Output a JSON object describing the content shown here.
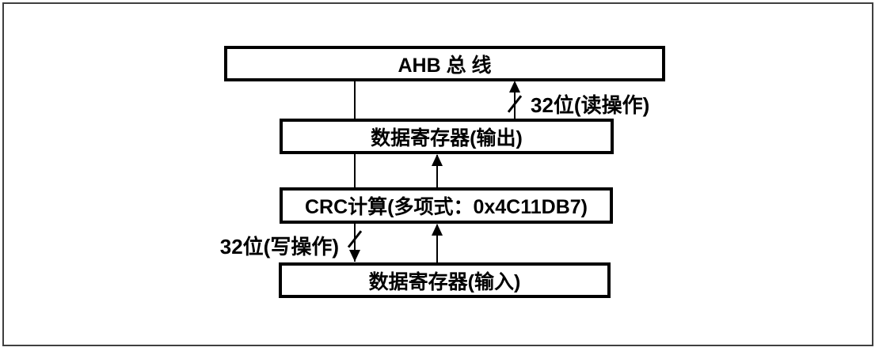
{
  "diagram": {
    "boxes": {
      "ahb_bus": {
        "label": "AHB 总 线"
      },
      "data_register_output": {
        "label": "数据寄存器(输出)"
      },
      "crc_calculation": {
        "label": "CRC计算(多项式：0x4C11DB7)"
      },
      "data_register_input": {
        "label": "数据寄存器(输入)"
      }
    },
    "bus_annotations": {
      "read": {
        "label": "32位(读操作)"
      },
      "write": {
        "label": "32位(写操作)"
      }
    },
    "icons": {
      "arrow_up": "▲",
      "arrow_down": "▼",
      "bus_width_slash": "/"
    },
    "colors": {
      "box_border": "#000000",
      "connector_line": "#000000",
      "text": "#000000",
      "frame_border": "#3f3f3f",
      "background": "#ffffff"
    }
  }
}
